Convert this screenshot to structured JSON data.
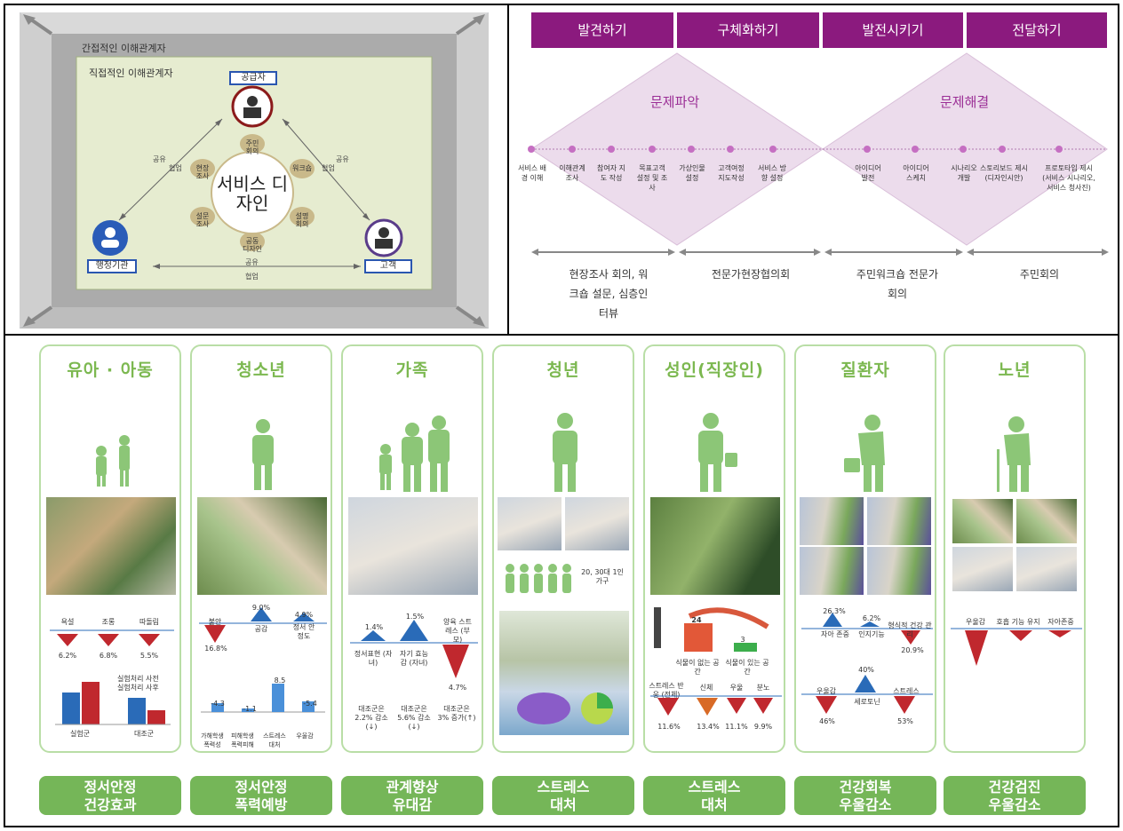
{
  "service_design": {
    "outer_label": "간접적인 이해관계자",
    "inner_label": "직접적인 이해관계자",
    "center": "서비스 디자인",
    "nodes": {
      "top": "공급자",
      "left": "행정기관",
      "right": "고객"
    },
    "petals": [
      "주민 회의",
      "워크숍",
      "설명 회의",
      "공동 디자인",
      "설문 조사",
      "현장 조사"
    ],
    "edge_labels": {
      "left_a": "공유",
      "left_b": "협업",
      "right_a": "공유",
      "right_b": "협업",
      "bottom_a": "공유",
      "bottom_b": "협업"
    }
  },
  "process": {
    "phases": [
      "발견하기",
      "구체화하기",
      "발전시키기",
      "전달하기"
    ],
    "diamonds": [
      "문제파악",
      "문제해결"
    ],
    "steps": [
      "서비스 배경 이해",
      "이해관계 조사",
      "참여자 지도 작성",
      "목표고객 설정 및 조사",
      "가상인물 설정",
      "고객여정 지도작성",
      "서비스 방향 설정",
      "아이디어 발전",
      "아이디어 스케치",
      "시나리오 개발",
      "스토리보드 제시 (디자인시안)",
      "프로토타입 제시 (서비스 시나리오, 서비스 청사진)"
    ],
    "methods": [
      "현장조사 회의, 워크숍 설문, 심층인터뷰",
      "전문가현장협의회",
      "주민워크숍 전문가회의",
      "주민회의"
    ]
  },
  "groups": [
    {
      "title": "유아 · 아동",
      "result": [
        "정서안정",
        "건강효과"
      ],
      "stats": [
        "욕설",
        "조롱",
        "따돌림",
        "6.2%",
        "6.8%",
        "5.5%",
        "실험군",
        "대조군",
        "실험처리 사전",
        "실험처리 사후"
      ]
    },
    {
      "title": "청소년",
      "result": [
        "정서안정",
        "폭력예방"
      ],
      "stats": [
        "불안",
        "공감",
        "정서 안정도",
        "9.0%",
        "4.9%",
        "16.8%",
        "-4.3",
        "-1.1",
        "8.5",
        "-5.4",
        "가해학생 폭력성",
        "피해학생 폭력피해",
        "스트레스 대처",
        "우울감"
      ]
    },
    {
      "title": "가족",
      "result": [
        "관계향상",
        "유대감"
      ],
      "stats": [
        "1.4%",
        "1.5%",
        "양육 스트레스 (부모)",
        "정서표현 (자녀)",
        "자기 효능감 (자녀)",
        "4.7%",
        "대조군은 2.2% 감소(↓)",
        "대조군은 5.6% 감소(↓)",
        "대조군은 3% 증가(↑)"
      ]
    },
    {
      "title": "청년",
      "result": [
        "스트레스",
        "대처"
      ],
      "stats": [
        "20, 30대 1인가구"
      ]
    },
    {
      "title": "성인(직장인)",
      "result": [
        "스트레스",
        "대처"
      ],
      "stats": [
        "24",
        "3",
        "식물이 없는 공간",
        "식물이 있는 공간",
        "스트레스 반응 (전체)",
        "신체",
        "우울",
        "분노",
        "11.6%",
        "13.4%",
        "11.1%",
        "9.9%"
      ]
    },
    {
      "title": "질환자",
      "result": [
        "건강회복",
        "우울감소"
      ],
      "stats": [
        "26.3%",
        "6.2%",
        "자아 존중",
        "인지기능",
        "형식적 건강 관리",
        "20.9%",
        "40%",
        "우울감",
        "세로토닌",
        "스트레스",
        "46%",
        "53%"
      ]
    },
    {
      "title": "노년",
      "result": [
        "건강검진",
        "우울감소"
      ],
      "stats": [
        "우울감",
        "호흡 기능 유지",
        "자아존중"
      ]
    }
  ],
  "colors": {
    "phase": "#8b1a7e",
    "diamond": "#ecdcec",
    "accent_green": "#75b658",
    "figure_green": "#8cc677",
    "arrow_blue": "#2a6bb8",
    "arrow_red": "#c0282e"
  }
}
